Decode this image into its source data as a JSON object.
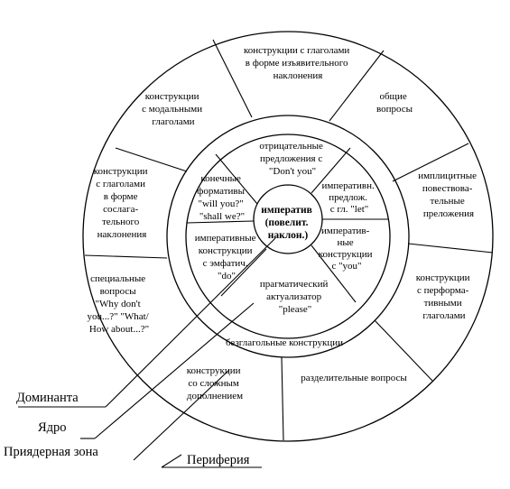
{
  "core": {
    "lines": [
      "императив",
      "(повелит.",
      "наклон.)"
    ]
  },
  "near_core_zone": [
    {
      "id": "negative",
      "lines": [
        "отрицательные",
        "предложения с",
        "\"Don't you\""
      ]
    },
    {
      "id": "let",
      "lines": [
        "императивн.",
        "предлож.",
        "с гл. \"let\""
      ]
    },
    {
      "id": "you",
      "lines": [
        "императив-",
        "ные",
        "конструкции",
        "с \"you\""
      ]
    },
    {
      "id": "emphatic-do",
      "lines": [
        "императивные",
        "конструкции",
        "с эмфатич.",
        "\"do\""
      ]
    },
    {
      "id": "final-formatives",
      "lines": [
        "конечные",
        "формативы",
        "\"will you?\"",
        "\"shall we?\""
      ]
    },
    {
      "id": "please",
      "lines": [
        "прагматический",
        "актуализатор",
        "\"please\""
      ]
    }
  ],
  "middle_ring": [
    {
      "id": "verbless",
      "lines": [
        "безглагольные конструкции"
      ]
    }
  ],
  "periphery": [
    {
      "id": "subjunctive",
      "lines": [
        "конструкции с глаголами",
        "в форме изъявительного",
        "наклонения"
      ]
    },
    {
      "id": "general-questions",
      "lines": [
        "общие",
        "вопросы"
      ]
    },
    {
      "id": "implicit-narrative",
      "lines": [
        "имплицитные",
        "повествова-",
        "тельные",
        "преложения"
      ]
    },
    {
      "id": "performative",
      "lines": [
        "конструкции",
        "с перформа-",
        "тивными",
        "глаголами"
      ]
    },
    {
      "id": "tag-questions",
      "lines": [
        "разделительные вопросы"
      ]
    },
    {
      "id": "complex-object",
      "lines": [
        "конструкции",
        "со сложным",
        "дополнением"
      ]
    },
    {
      "id": "special-questions",
      "lines": [
        "специальные",
        "вопросы",
        "\"Why don't",
        "you...?\" \"What/",
        "How about...?\""
      ]
    },
    {
      "id": "conjunctive",
      "lines": [
        "конструкции",
        "с глаголами",
        "в форме",
        "сослага-",
        "тельного",
        "наклонения"
      ]
    },
    {
      "id": "modal",
      "lines": [
        "конструкции",
        "с модальными",
        "глаголами"
      ]
    }
  ],
  "legend": [
    {
      "id": "dominant",
      "text": "Доминанта"
    },
    {
      "id": "core",
      "text": "Ядро"
    },
    {
      "id": "near-core",
      "text": "Приядерная зона"
    },
    {
      "id": "periphery",
      "text": "Периферия"
    }
  ]
}
